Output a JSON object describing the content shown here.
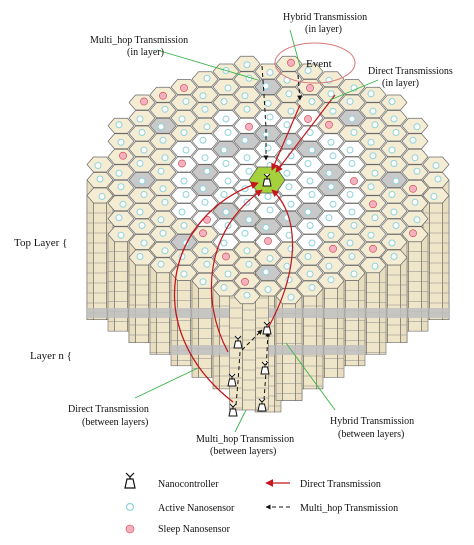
{
  "annotations": {
    "hybrid_in_layer": [
      "Hybrid Transmission",
      "(in layer)"
    ],
    "multihop_in_layer": [
      "Multi_hop Transmission",
      "(in layer)"
    ],
    "event": "Event",
    "direct_in_layer": [
      "Direct Transmissions",
      "(in layer)"
    ],
    "top_layer": "Top Layer {",
    "layer_n": "Layer n {",
    "direct_between": [
      "Direct Transmission",
      "(between layers)"
    ],
    "multihop_between": [
      "Multi_hop Transmission",
      "(between layers)"
    ],
    "hybrid_between": [
      "Hybrid Transmission",
      "(between layers)"
    ]
  },
  "legend": {
    "nanocontroller": "Nanocontroller",
    "active": "Active Nanosensor",
    "sleep": "Sleep Nanosensor",
    "direct": "Direct  Transmission",
    "multihop": "Multi_hop Transmission"
  },
  "colors": {
    "hex_light": "#f5ecd4",
    "hex_white": "#ffffff",
    "hex_gray": "#c9c9c9",
    "column_side": "#efe5c8",
    "column_side_dark": "#bfbfbf",
    "active_node": "#8fd3dd",
    "sleep_node": "#f2b0c0",
    "controller_cell": "#a5d23c",
    "direct_arrow": "#c4161c",
    "leader_line": "#39b54a",
    "event_ring": "#d8787a"
  }
}
